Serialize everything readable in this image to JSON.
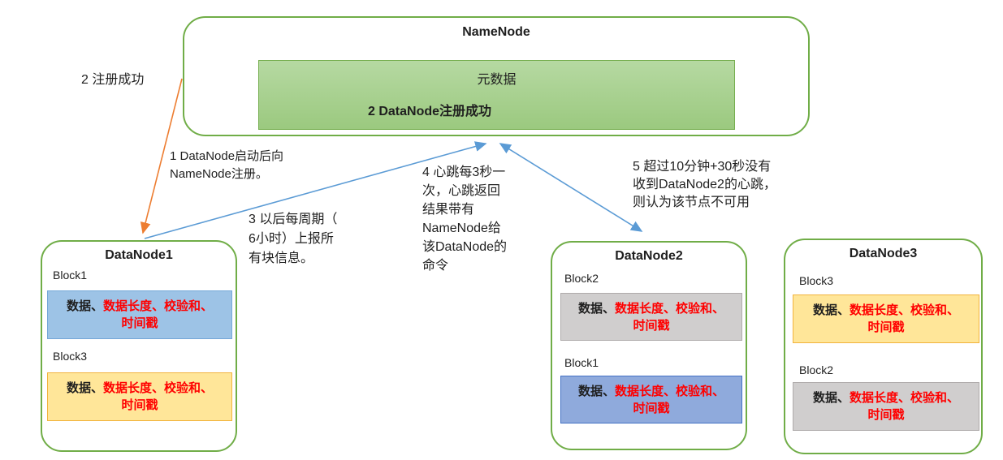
{
  "namenode": {
    "title": "NameNode",
    "metadata_label": "元数据",
    "register_note": "2 DataNode注册成功"
  },
  "labels": {
    "register_success": "2 注册成功",
    "step1": "1 DataNode启动后向\nNameNode注册。",
    "step3": "3 以后每周期（\n6小时）上报所\n有块信息。",
    "step4": "4 心跳每3秒一\n次，心跳返回\n结果带有\nNameNode给\n该DataNode的\n命令",
    "step5": "5 超过10分钟+30秒没有\n收到DataNode2的心跳，\n则认为该节点不可用"
  },
  "block_content": {
    "black_part": "数据、",
    "red_part_line1": "数据长度、校验和、",
    "red_part_line2": "时间戳"
  },
  "datanodes": [
    {
      "title": "DataNode1",
      "blocks": [
        {
          "name": "Block1",
          "variant": "blue"
        },
        {
          "name": "Block3",
          "variant": "yellow"
        }
      ]
    },
    {
      "title": "DataNode2",
      "blocks": [
        {
          "name": "Block2",
          "variant": "gray"
        },
        {
          "name": "Block1",
          "variant": "blue-dark"
        }
      ]
    },
    {
      "title": "DataNode3",
      "blocks": [
        {
          "name": "Block3",
          "variant": "yellow"
        },
        {
          "name": "Block2",
          "variant": "gray"
        }
      ]
    }
  ],
  "colors": {
    "node_border_green": "#70AD47",
    "metadata_fill_green": "#A9D18E",
    "block_blue_fill": "#9DC3E6",
    "block_blue_dark_fill": "#8FAADC",
    "block_blue_dark_border": "#4472C4",
    "block_yellow_fill": "#FFE699",
    "block_yellow_border": "#F2B33D",
    "block_gray_fill": "#D0CECE",
    "block_gray_border": "#AFABAB",
    "arrow_orange": "#ED7D31",
    "arrow_blue": "#5B9BD5",
    "text_red": "#FF0000"
  }
}
